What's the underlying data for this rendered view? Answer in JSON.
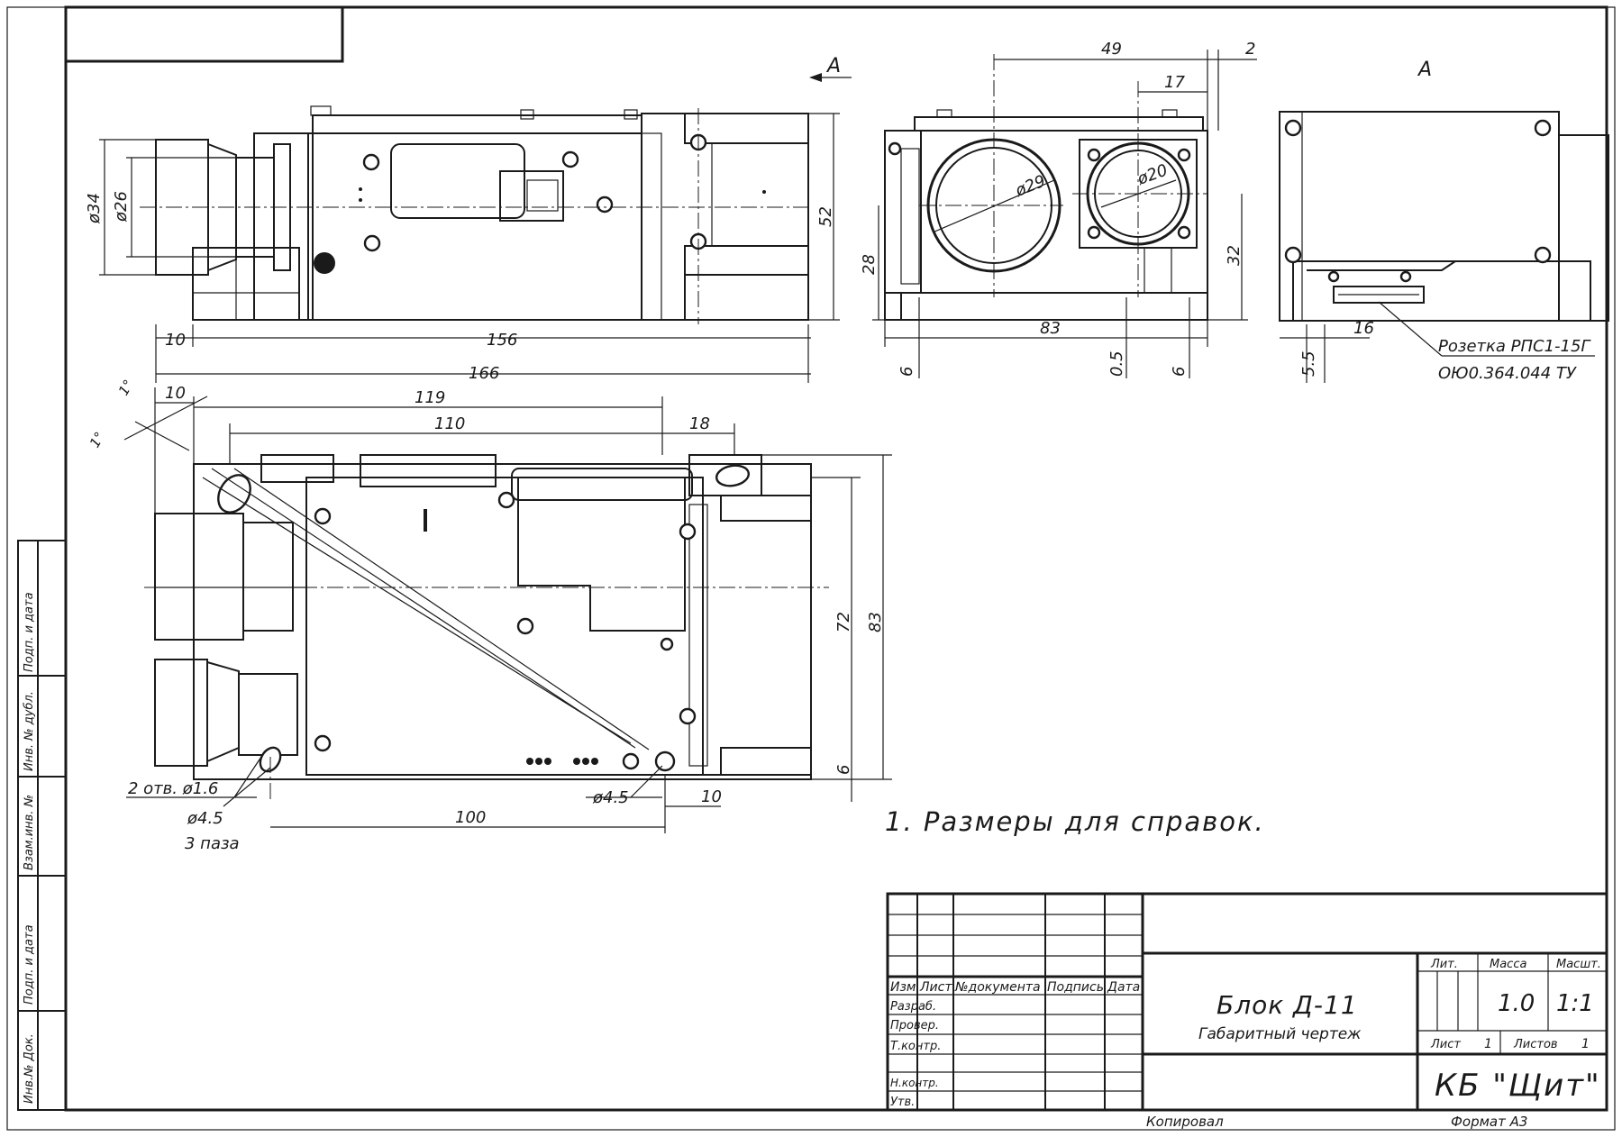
{
  "drawing": {
    "view_labels": {
      "front_section": "A",
      "end_view": "A"
    },
    "top_view_dims": {
      "dia_34": "ø34",
      "dia_26": "ø26",
      "d_52": "52",
      "d_10": "10",
      "d_156": "156",
      "d_166": "166"
    },
    "side_view_dims": {
      "d_49": "49",
      "d_2": "2",
      "d_17": "17",
      "dia_29": "ø29",
      "dia_20": "ø20",
      "d_28": "28",
      "d_32": "32",
      "d_83": "83",
      "d_6a": "6",
      "d_05": "0.5",
      "d_6b": "6"
    },
    "end_view_dims": {
      "d_16": "16",
      "d_55": "5.5"
    },
    "connector_callout": {
      "line1": "Розетка РПС1-15Г",
      "line2": "ОЮ0.364.044 ТУ"
    },
    "plan_view_dims": {
      "d_10": "10",
      "d_119": "119",
      "d_110": "110",
      "d_18": "18",
      "d_72": "72",
      "d_83": "83",
      "d_6": "6",
      "d_100": "100",
      "d_10b": "10",
      "dia_45_right": "ø4.5",
      "angle_a": "1°",
      "angle_b": "1°"
    },
    "plan_view_notes": {
      "holes": "2 отв. ø1.6",
      "slot_dia": "ø4.5",
      "slots": "3 паза"
    },
    "note": "1. Размеры для справок."
  },
  "side_strip": [
    "Инв.№ Док.",
    "Подп. и дата",
    "Взам.инв. №",
    "Инв. № дубл.",
    "Подп. и дата"
  ],
  "title_block": {
    "headers": {
      "izm": "Изм",
      "list": "Лист",
      "doc": "№документа",
      "sign": "Подпись",
      "date": "Дата"
    },
    "roles": {
      "razrab": "Разраб.",
      "prover": "Провер.",
      "tkontr": "Т.контр.",
      "nkontr": "Н.контр.",
      "utv": "Утв."
    },
    "title": "Блок Д-11",
    "subtitle": "Габаритный чертеж",
    "lit_label": "Лит.",
    "mass_label": "Масса",
    "scale_label": "Масшт.",
    "mass": "1.0",
    "scale": "1:1",
    "sheet_label": "Лист",
    "sheet_no": "1",
    "sheets_label": "Листов",
    "sheets_total": "1",
    "organization": "КБ \"Щит\"",
    "copied": "Копировал",
    "format": "Формат А3"
  }
}
